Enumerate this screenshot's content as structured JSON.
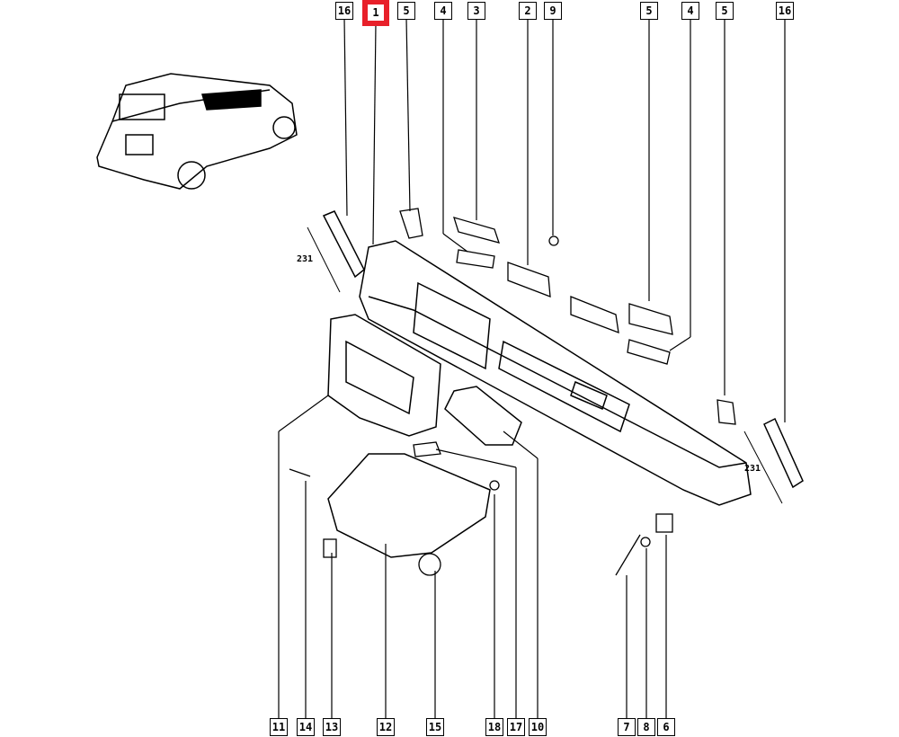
{
  "top_labels": [
    "16",
    "1",
    "5",
    "4",
    "3",
    "2",
    "9",
    "5",
    "4",
    "5",
    "16"
  ],
  "bottom_labels": [
    "11",
    "14",
    "13",
    "12",
    "15",
    "18",
    "17",
    "10",
    "7",
    "8",
    "6"
  ],
  "highlighted_label": "1",
  "highlight_color": "#e8202a",
  "dimensions": [
    "231",
    "231"
  ]
}
